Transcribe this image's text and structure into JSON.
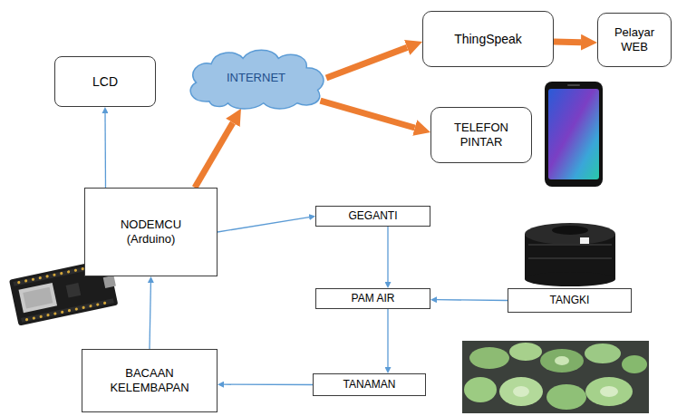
{
  "diagram": {
    "nodes": [
      {
        "text": [
          "LCD"
        ]
      },
      {
        "text": [
          "INTERNET"
        ]
      },
      {
        "text": [
          "ThingSpeak"
        ]
      },
      {
        "text": [
          "Pelayar WEB"
        ]
      },
      {
        "text": [
          "TELEFON PINTAR"
        ]
      },
      {
        "text": [
          "NODEMCU (Arduino)"
        ]
      },
      {
        "text": [
          "GEGANTI"
        ]
      },
      {
        "text": [
          "PAM AIR"
        ]
      },
      {
        "text": [
          "TANGKI"
        ]
      },
      {
        "text": [
          "BACAAN KELEMBAPAN"
        ]
      },
      {
        "text": [
          "TANAMAN"
        ]
      }
    ],
    "edges": [
      {
        "from": 5,
        "to": 0,
        "arrow": "to"
      },
      {
        "from": 5,
        "to": 1,
        "arrow": "to"
      },
      {
        "from": 1,
        "to": 2,
        "arrow": "to"
      },
      {
        "from": 1,
        "to": 4,
        "arrow": "to"
      },
      {
        "from": 2,
        "to": 3,
        "arrow": "to"
      },
      {
        "from": 5,
        "to": 6,
        "arrow": "to"
      },
      {
        "from": 6,
        "to": 7,
        "arrow": "to"
      },
      {
        "from": 8,
        "to": 7,
        "arrow": "to"
      },
      {
        "from": 7,
        "to": 10,
        "arrow": "to"
      },
      {
        "from": 10,
        "to": 9,
        "arrow": "to"
      },
      {
        "from": 9,
        "to": 5,
        "arrow": "to"
      }
    ]
  }
}
